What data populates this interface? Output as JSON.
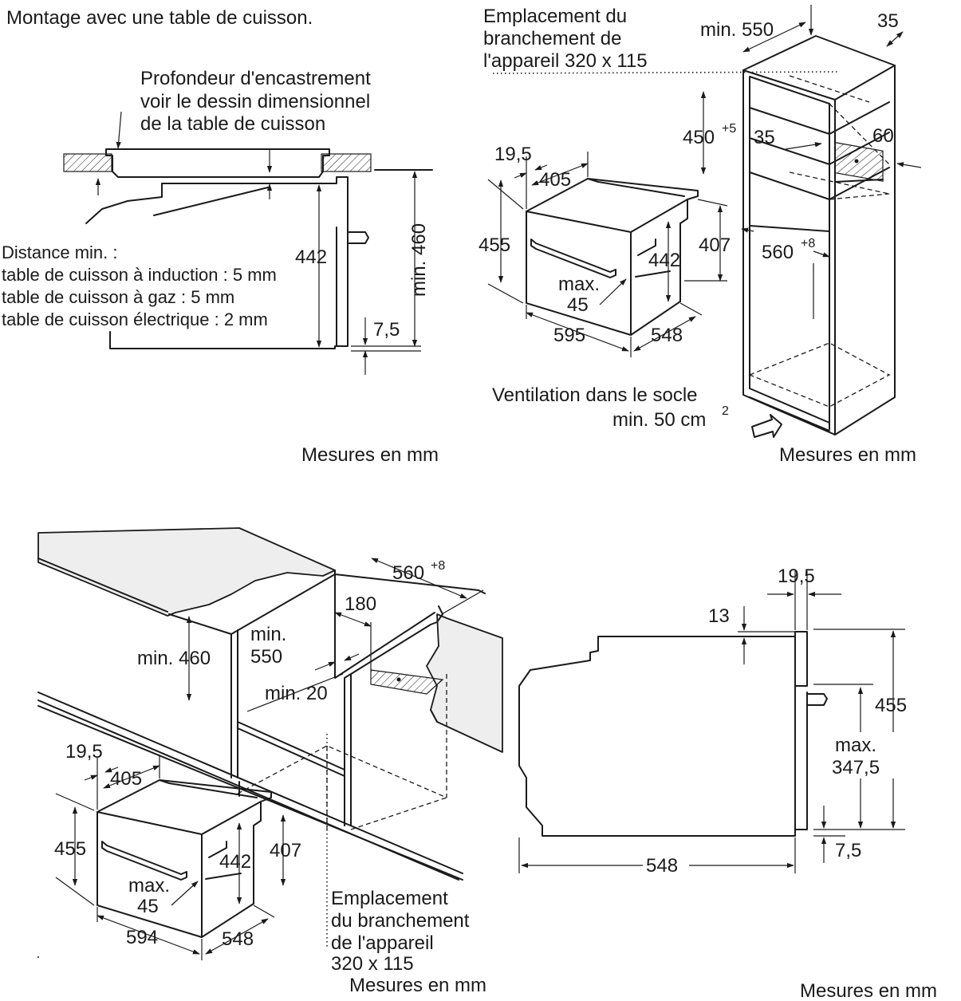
{
  "diagram_1": {
    "title": "Montage avec une table de cuisson.",
    "depth_note": [
      "Profondeur d'encastrement",
      "voir le dessin dimensionnel",
      "de la table de cuisson"
    ],
    "distance_note": [
      "Distance min. :",
      "table de cuisson à induction : 5 mm",
      "table de cuisson à gaz : 5 mm",
      "table de cuisson électrique : 2 mm"
    ],
    "dim_442": "442",
    "dim_460": "min. 460",
    "dim_75": "7,5",
    "units": "Mesures en mm"
  },
  "diagram_2": {
    "connection_note": [
      "Emplacement du",
      "branchement de",
      "l'appareil 320 x 115"
    ],
    "dim_min550": "min. 550",
    "dim_35_top": "35",
    "dim_450": "450",
    "dim_450_sup": "+5",
    "dim_35": "35",
    "dim_60": "60",
    "dim_195": "19,5",
    "dim_405": "405",
    "dim_455": "455",
    "dim_442": "442",
    "dim_407": "407",
    "dim_max": "max.",
    "dim_45": "45",
    "dim_560": "560",
    "dim_560_sup": "+8",
    "dim_595": "595",
    "dim_548": "548",
    "ventilation_1": "Ventilation dans le socle",
    "ventilation_2": "min. 50 cm",
    "ventilation_sup": "2",
    "units": "Mesures en mm"
  },
  "diagram_3": {
    "dim_560": "560",
    "dim_560_sup": "+8",
    "dim_180": "180",
    "dim_min460": "min. 460",
    "dim_min_a": "min.",
    "dim_550": "550",
    "dim_min20": "min. 20",
    "dim_195": "19,5",
    "dim_405": "405",
    "dim_455": "455",
    "dim_442": "442",
    "dim_407": "407",
    "dim_max": "max.",
    "dim_45": "45",
    "dim_594": "594",
    "dim_548": "548",
    "connection_note": [
      "Emplacement",
      "du branchement",
      "de l'appareil",
      "320 x 115"
    ],
    "units": "Mesures en mm"
  },
  "diagram_4": {
    "dim_195": "19,5",
    "dim_13": "13",
    "dim_455": "455",
    "dim_max": "max.",
    "dim_3475": "347,5",
    "dim_548": "548",
    "dim_75": "7,5",
    "units": "Mesures en mm"
  }
}
